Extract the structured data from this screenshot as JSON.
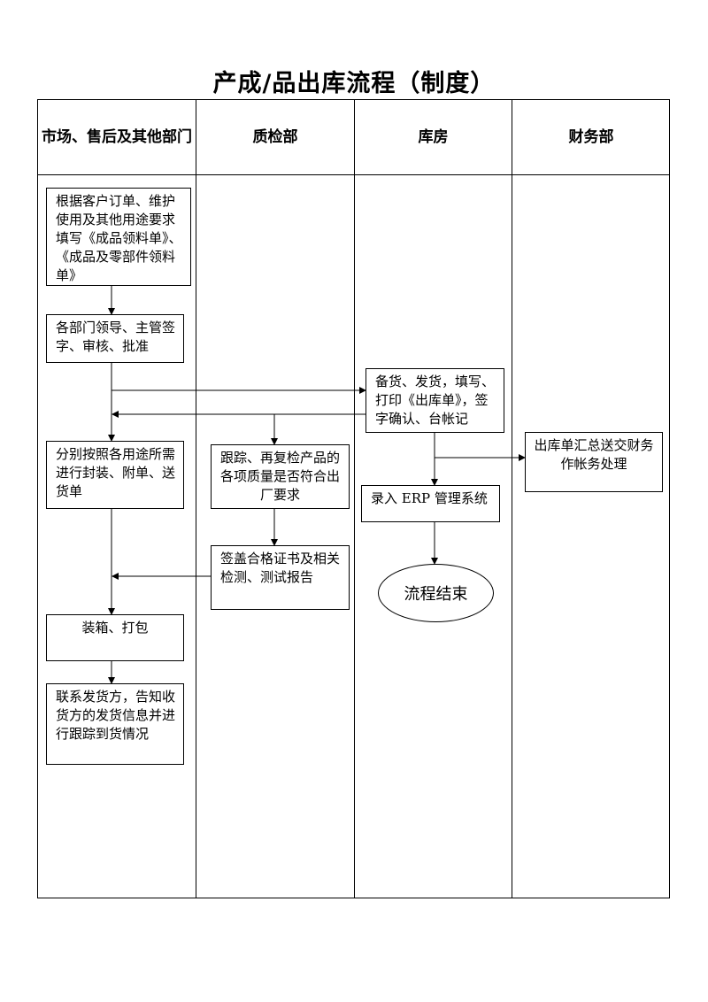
{
  "title": "产成/品出库流程（制度）",
  "columns": {
    "market": "市场、售后及其他部门",
    "qc": "质检部",
    "warehouse": "库房",
    "finance": "财务部"
  },
  "steps": {
    "fill_order": "根据客户订单、维护使用及其他用途要求填写《成品领料单》、《成品及零部件领料单》",
    "approve": "各部门领导、主管签字、审核、批准",
    "prepare_goods": "备货、发货，填写、打印《出库单》，签字确认、台帐记",
    "package_docs": "分别按照各用途所需进行封装、附单、送货单",
    "quality_check": "跟踪、再复检产品的各项质量是否符合出厂要求",
    "finance_process": "出库单汇总送交财务作帐务处理",
    "erp_entry": "录入 ERP 管理系统",
    "certificate": "签盖合格证书及相关检测、测试报告",
    "end": "流程结束",
    "pack": "装箱、打包",
    "contact_shipper": "联系发货方，告知收货方的发货信息并进行跟踪到货情况"
  }
}
